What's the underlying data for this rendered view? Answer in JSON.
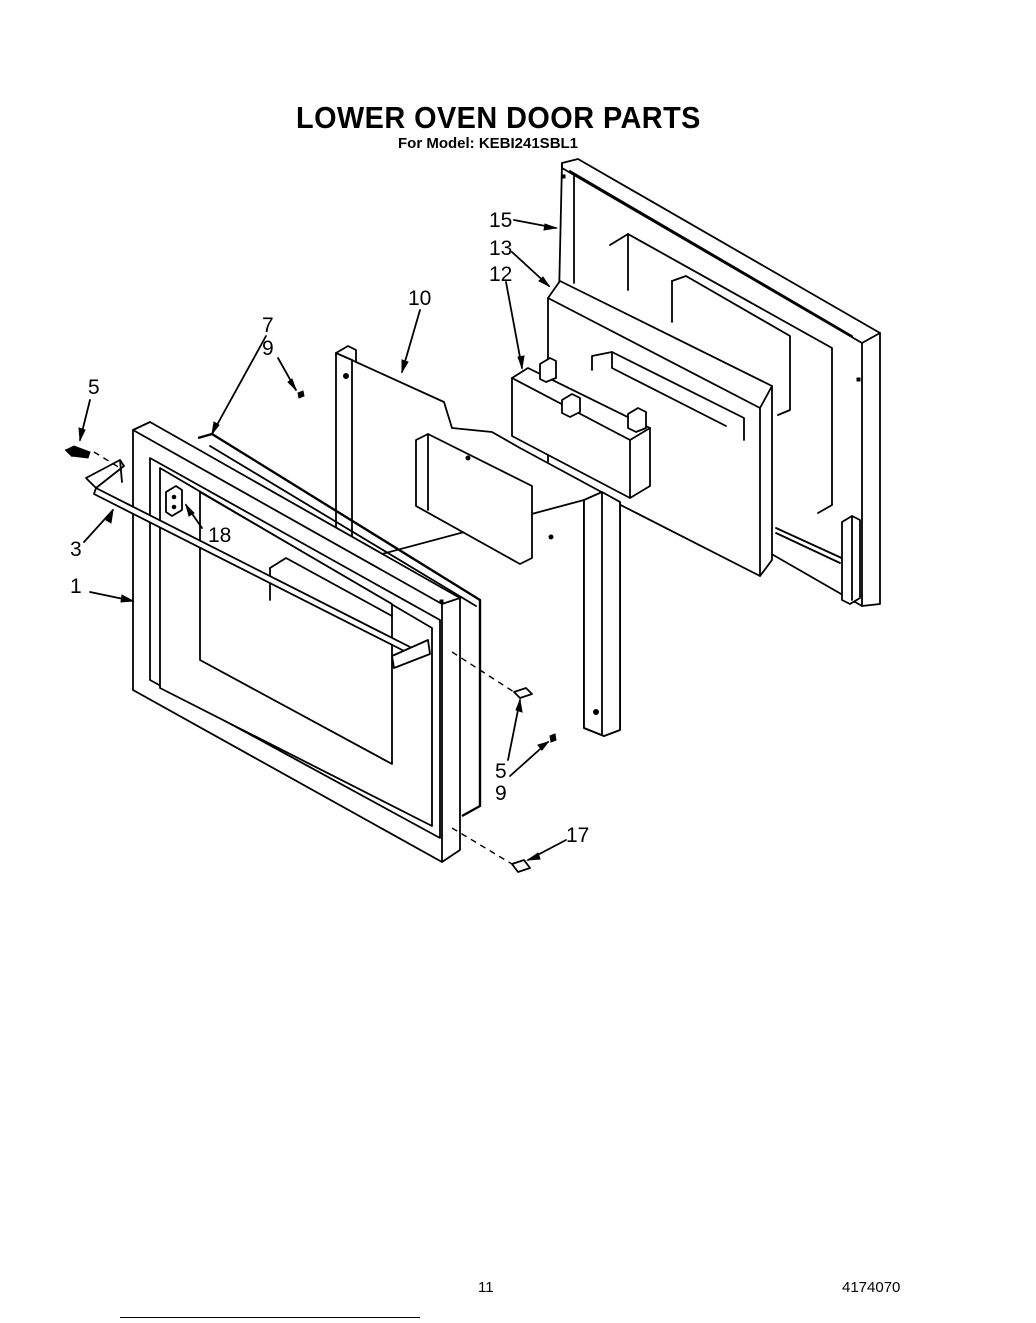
{
  "title": "LOWER OVEN DOOR PARTS",
  "subtitle": "For Model: KEBI241SBL1",
  "page_number": "11",
  "document_number": "4174070",
  "callouts": [
    "1",
    "3",
    "5",
    "7",
    "9",
    "10",
    "12",
    "13",
    "15",
    "18",
    "5",
    "9",
    "17"
  ]
}
